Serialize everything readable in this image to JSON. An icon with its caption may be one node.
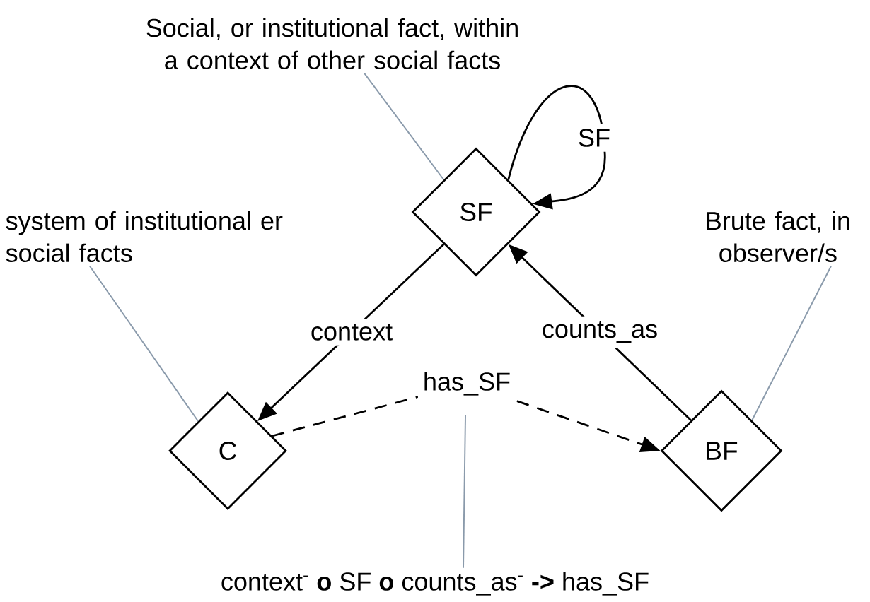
{
  "diagram": {
    "nodes": [
      {
        "text": [
          "Social, or institutional fact, within a context of other social facts"
        ]
      },
      {
        "text": [
          "system of institutional er social facts"
        ]
      },
      {
        "text": [
          "Brute fact, in observer/s"
        ]
      },
      {
        "text": [
          "SF"
        ]
      },
      {
        "text": [
          "C"
        ]
      },
      {
        "text": [
          "BF"
        ]
      },
      {
        "text": [
          "context$^{-}$ **o** SF **o** counts_as$^{-}$ **->** has_SF"
        ]
      }
    ],
    "edges": [
      {
        "from": 0,
        "to": 3,
        "arrow": "none",
        "color": "#8a9aab"
      },
      {
        "from": 1,
        "to": 4,
        "arrow": "none",
        "color": "#8a9aab"
      },
      {
        "from": 2,
        "to": 5,
        "arrow": "none",
        "color": "#8a9aab"
      },
      {
        "from": 3,
        "to": 3,
        "arrow": "to",
        "label": "SF",
        "color": "#000000"
      },
      {
        "from": 3,
        "to": 4,
        "arrow": "to",
        "label": "context",
        "color": "#000000"
      },
      {
        "from": 5,
        "to": 3,
        "arrow": "to",
        "label": "counts_as",
        "color": "#000000"
      },
      {
        "from": 4,
        "to": 5,
        "arrow": "to",
        "label": "has_SF",
        "style": "dashed",
        "color": "#000000"
      },
      {
        "from": 6,
        "to": null,
        "arrow": "none",
        "color": "#8a9aab"
      }
    ]
  }
}
